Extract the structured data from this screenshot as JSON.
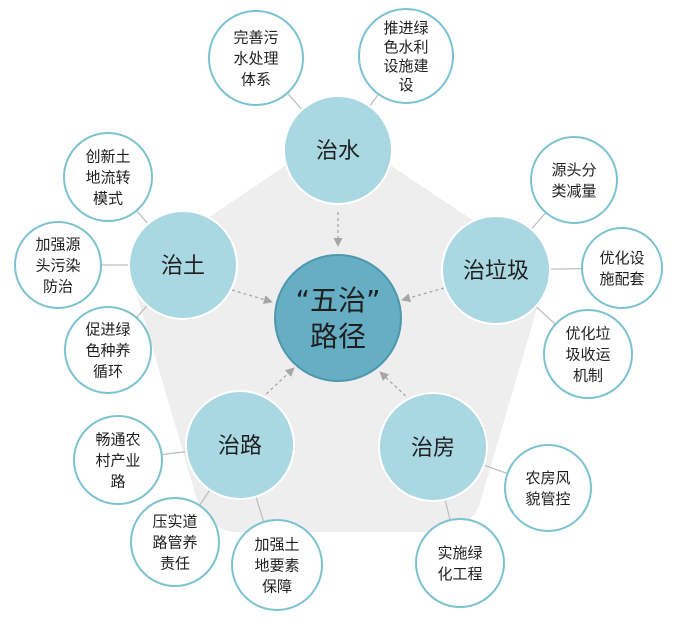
{
  "colors": {
    "background": "#ffffff",
    "pentagon": "#eeeeee",
    "center_fill": "#65aec3",
    "center_border": "#4d97ad",
    "main_fill": "#a9d7e2",
    "leaf_fill": "#ffffff",
    "leaf_border": "#7cc2d0",
    "connector": "#bcbcbc",
    "arrow": "#a6a6a6",
    "text": "#1f1f1f"
  },
  "center": {
    "lines": [
      "“五治”",
      "路径"
    ]
  },
  "branches": [
    {
      "id": "water",
      "label": "治水",
      "leaves": [
        {
          "lines": [
            "完善污",
            "水处理",
            "体系"
          ]
        },
        {
          "lines": [
            "推进绿",
            "色水利",
            "设施建",
            "设"
          ]
        }
      ]
    },
    {
      "id": "garbage",
      "label": "治垃圾",
      "leaves": [
        {
          "lines": [
            "源头分",
            "类减量"
          ]
        },
        {
          "lines": [
            "优化设",
            "施配套"
          ]
        },
        {
          "lines": [
            "优化垃",
            "圾收运",
            "机制"
          ]
        }
      ]
    },
    {
      "id": "house",
      "label": "治房",
      "leaves": [
        {
          "lines": [
            "农房风",
            "貌管控"
          ]
        },
        {
          "lines": [
            "实施绿",
            "化工程"
          ]
        }
      ]
    },
    {
      "id": "road",
      "label": "治路",
      "leaves": [
        {
          "lines": [
            "畅通农",
            "村产业",
            "路"
          ]
        },
        {
          "lines": [
            "压实道",
            "路管养",
            "责任"
          ]
        },
        {
          "lines": [
            "加强土",
            "地要素",
            "保障"
          ]
        }
      ]
    },
    {
      "id": "soil",
      "label": "治土",
      "leaves": [
        {
          "lines": [
            "创新土",
            "地流转",
            "模式"
          ]
        },
        {
          "lines": [
            "加强源",
            "头污染",
            "防治"
          ]
        },
        {
          "lines": [
            "促进绿",
            "色种养",
            "循环"
          ]
        }
      ]
    }
  ]
}
